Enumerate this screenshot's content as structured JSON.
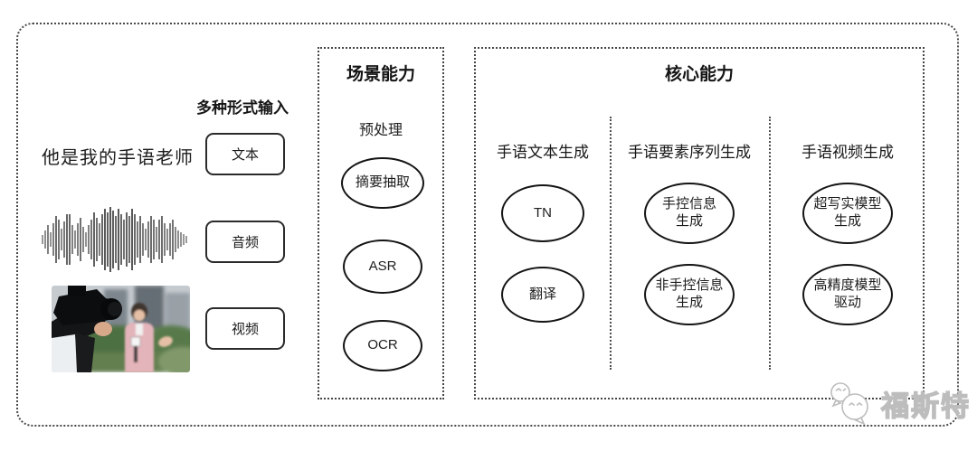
{
  "input_section": {
    "label": "多种形式输入",
    "text_example": "他是我的手语老师",
    "buttons": [
      {
        "label": "文本"
      },
      {
        "label": "音频"
      },
      {
        "label": "视频"
      }
    ],
    "media": {
      "waveform": "audio-waveform-graphic",
      "photo": "reporter-being-filmed-photo"
    }
  },
  "scene_section": {
    "title": "场景能力",
    "subtitle": "预处理",
    "nodes": [
      {
        "line1": "摘要抽取"
      },
      {
        "line1": "ASR"
      },
      {
        "line1": "OCR"
      }
    ]
  },
  "core_section": {
    "title": "核心能力",
    "columns": [
      {
        "header": "手语文本生成",
        "nodes": [
          {
            "line1": "TN"
          },
          {
            "line1": "翻译"
          }
        ]
      },
      {
        "header": "手语要素序列生成",
        "nodes": [
          {
            "line1": "手控信息",
            "line2": "生成"
          },
          {
            "line1": "非手控信息",
            "line2": "生成"
          }
        ]
      },
      {
        "header": "手语视频生成",
        "nodes": [
          {
            "line1": "超写实模型",
            "line2": "生成"
          },
          {
            "line1": "高精度模型",
            "line2": "驱动"
          }
        ]
      }
    ]
  },
  "watermark": {
    "text": "福斯特",
    "icon": "chat-faces-icon"
  },
  "colors": {
    "line": "#141414",
    "border_dotted": "#4a4a4a",
    "watermark_gray": "#bdbdbd",
    "background": "#ffffff"
  }
}
